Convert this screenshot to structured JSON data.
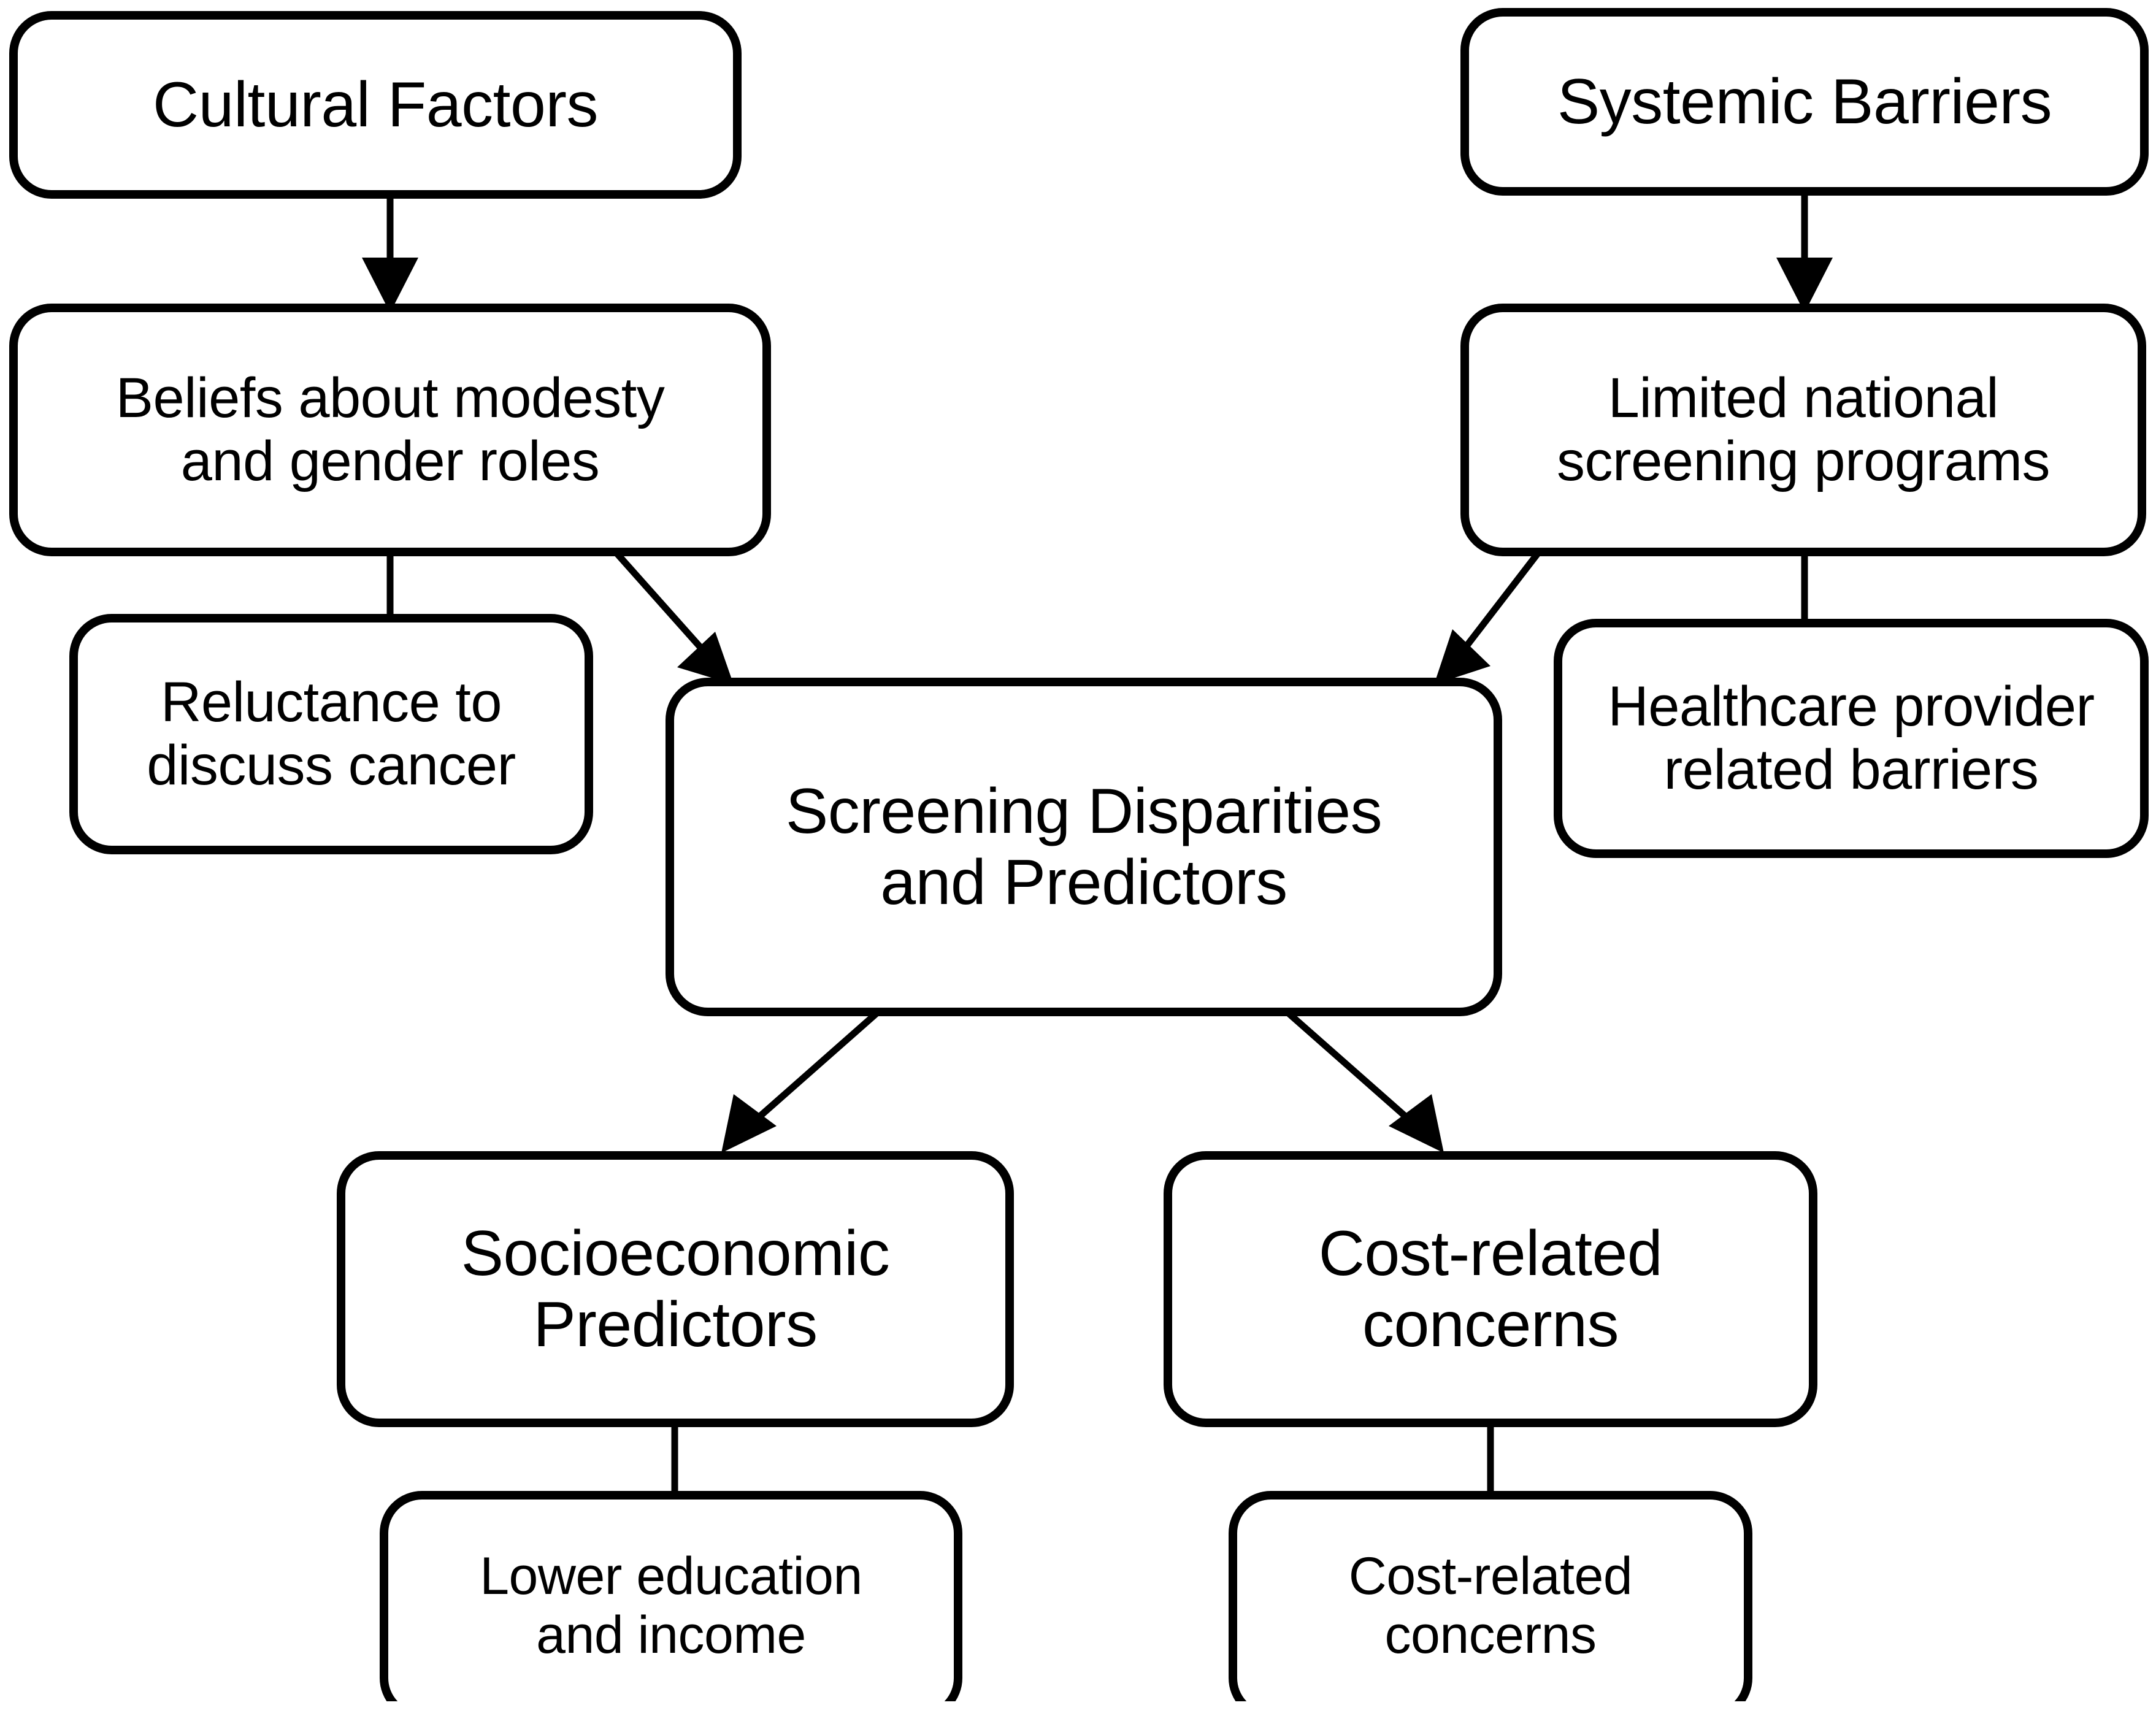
{
  "diagram": {
    "type": "flowchart",
    "title": "Screening Disparities and Predictors flowchart",
    "background_color": "#ffffff",
    "stroke_color": "#000000",
    "text_color": "#000000",
    "nodes": [
      {
        "id": "cultural-factors",
        "label": "Cultural Factors"
      },
      {
        "id": "systemic-barriers",
        "label": "Systemic Barriers"
      },
      {
        "id": "beliefs-modesty",
        "label": "Beliefs about modesty\nand gender roles"
      },
      {
        "id": "limited-national",
        "label": "Limited national\nscreening programs"
      },
      {
        "id": "reluctance-discuss",
        "label": "Reluctance to\ndiscuss cancer"
      },
      {
        "id": "healthcare-provider",
        "label": "Healthcare provider\nrelated barriers"
      },
      {
        "id": "screening-disparities",
        "label": "Screening Disparities\nand Predictors"
      },
      {
        "id": "socioeconomic-predictors",
        "label": "Socioeconomic\nPredictors"
      },
      {
        "id": "cost-related-concerns",
        "label": "Cost-related\nconcerns"
      },
      {
        "id": "lower-education-income",
        "label": "Lower education\nand income"
      },
      {
        "id": "cost-related-concerns-2",
        "label": "Cost-related\nconcerns"
      }
    ],
    "edges": [
      {
        "from": "cultural-factors",
        "to": "beliefs-modesty",
        "arrow": true
      },
      {
        "from": "systemic-barriers",
        "to": "limited-national",
        "arrow": true
      },
      {
        "from": "beliefs-modesty",
        "to": "reluctance-discuss",
        "arrow": false
      },
      {
        "from": "beliefs-modesty",
        "to": "screening-disparities",
        "arrow": true
      },
      {
        "from": "limited-national",
        "to": "healthcare-provider",
        "arrow": false
      },
      {
        "from": "limited-national",
        "to": "screening-disparities",
        "arrow": true
      },
      {
        "from": "screening-disparities",
        "to": "socioeconomic-predictors",
        "arrow": true
      },
      {
        "from": "screening-disparities",
        "to": "cost-related-concerns",
        "arrow": true
      },
      {
        "from": "socioeconomic-predictors",
        "to": "lower-education-income",
        "arrow": false
      },
      {
        "from": "cost-related-concerns",
        "to": "cost-related-concerns-2",
        "arrow": false
      }
    ]
  }
}
